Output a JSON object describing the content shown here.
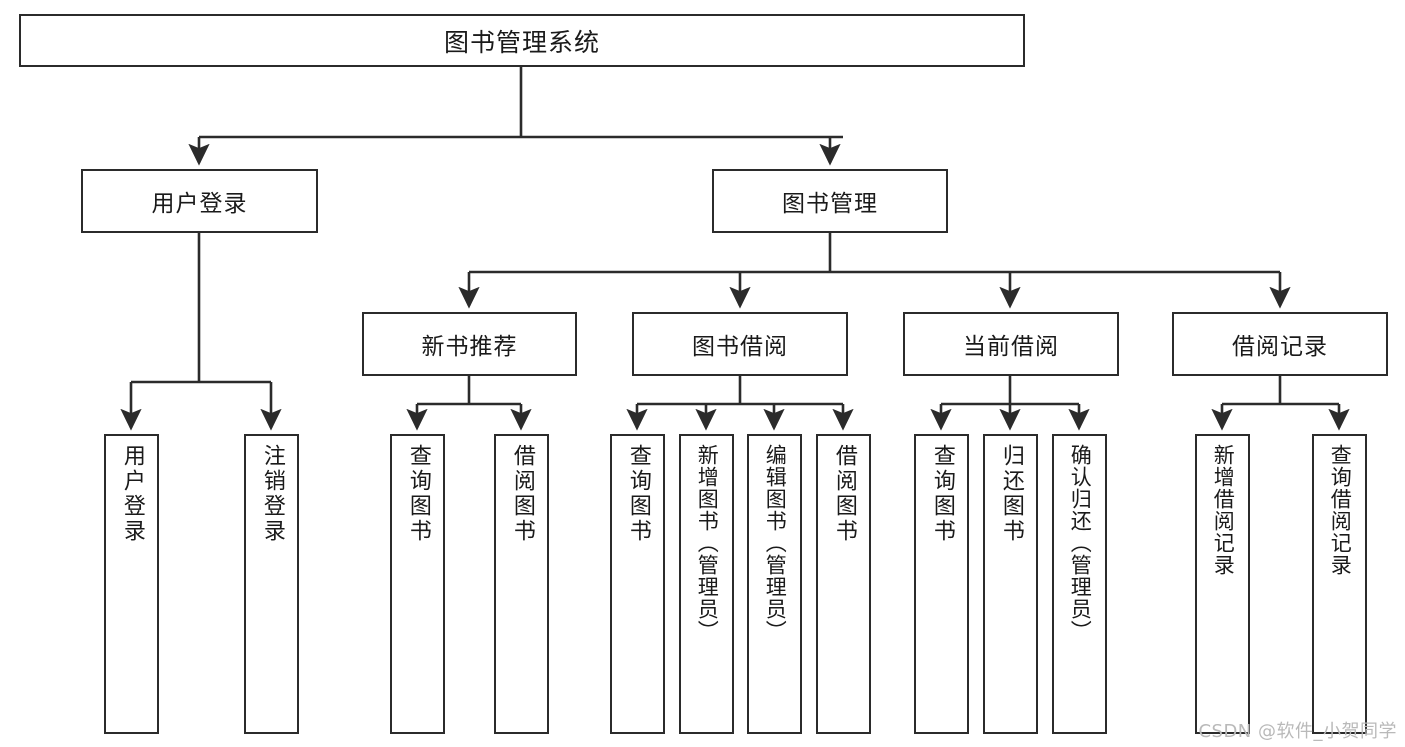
{
  "diagram": {
    "title": "图书管理系统",
    "type": "hierarchy-tree",
    "root": {
      "label": "图书管理系统"
    },
    "level2": [
      {
        "label": "用户登录"
      },
      {
        "label": "图书管理"
      }
    ],
    "level3": [
      {
        "label": "新书推荐"
      },
      {
        "label": "图书借阅"
      },
      {
        "label": "当前借阅"
      },
      {
        "label": "借阅记录"
      }
    ],
    "leaves": [
      {
        "label": "用户登录",
        "parent": "用户登录"
      },
      {
        "label": "注销登录",
        "parent": "用户登录"
      },
      {
        "label": "查询图书",
        "parent": "新书推荐"
      },
      {
        "label": "借阅图书",
        "parent": "新书推荐"
      },
      {
        "label": "查询图书",
        "parent": "图书借阅"
      },
      {
        "label": "新增图书（管理员）",
        "parent": "图书借阅"
      },
      {
        "label": "编辑图书（管理员）",
        "parent": "图书借阅"
      },
      {
        "label": "借阅图书",
        "parent": "图书借阅"
      },
      {
        "label": "查询图书",
        "parent": "当前借阅"
      },
      {
        "label": "归还图书",
        "parent": "当前借阅"
      },
      {
        "label": "确认归还（管理员）",
        "parent": "当前借阅"
      },
      {
        "label": "新增借阅记录",
        "parent": "借阅记录"
      },
      {
        "label": "查询借阅记录",
        "parent": "借阅记录"
      }
    ]
  },
  "watermark": {
    "text": "CSDN @软件_小贺同学"
  },
  "colors": {
    "stroke": "#2b2b2b",
    "fill": "#ffffff",
    "text": "#1a1a1a",
    "watermark": "#b9b9b9"
  }
}
